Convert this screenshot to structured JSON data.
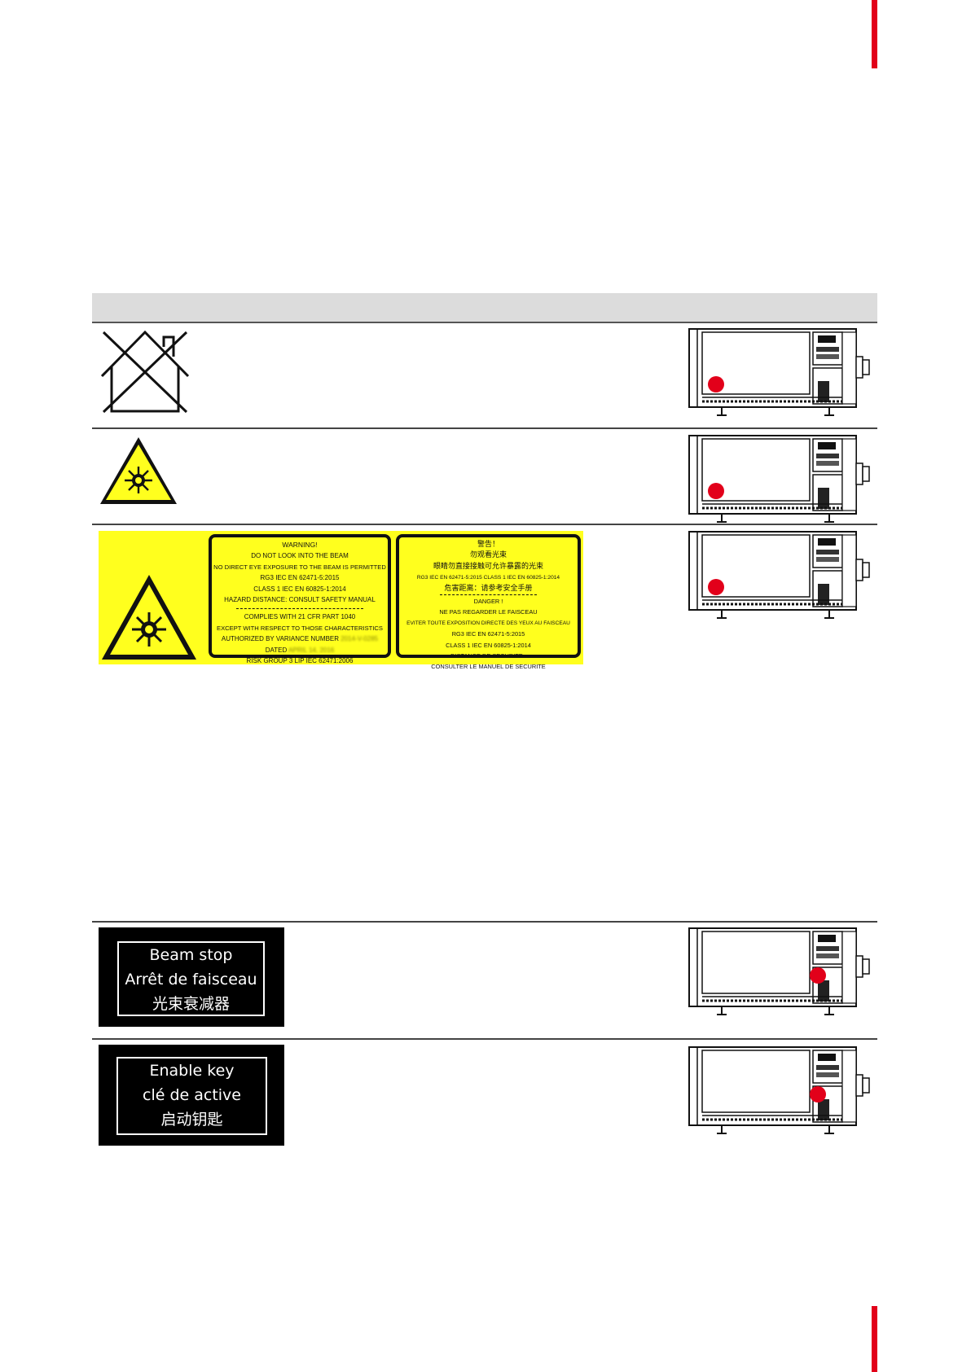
{
  "colors": {
    "accent": "#e2001a",
    "marker": "#e2001a",
    "warning_yellow": "#ffff1e"
  },
  "rows": [
    {
      "icon": "house-crossed-out-icon",
      "marker": "red-dot"
    },
    {
      "icon": "laser-warning-triangle-icon",
      "marker": "red-dot"
    },
    {
      "icon": "laser-warning-label",
      "marker": "red-dot"
    },
    {
      "icon": "beam-stop-label",
      "marker": "red-dot"
    },
    {
      "icon": "enable-key-label",
      "marker": "red-dot"
    }
  ],
  "warning_label_en": {
    "lines": [
      "WARNING!",
      "DO NOT LOOK INTO THE BEAM",
      "NO DIRECT EYE EXPOSURE TO THE BEAM IS PERMITTED",
      "RG3 IEC EN 62471-5:2015",
      "CLASS 1 IEC EN 60825-1:2014",
      "HAZARD DISTANCE: CONSULT SAFETY MANUAL",
      "COMPLIES WITH 21 CFR PART 1040",
      "EXCEPT WITH RESPECT TO THOSE CHARACTERISTICS",
      "AUTHORIZED BY VARIANCE NUMBER",
      "DATED",
      "RISK GROUP 3 LIP IEC 62471:2006"
    ],
    "variance_number": "2014-V-0285",
    "variance_date": "APRIL 14, 2016"
  },
  "warning_label_cn_fr": {
    "lines": [
      "警告！",
      "勿观看光束",
      "眼睛勿直接接触可允许暴露的光束",
      "RG3 IEC EN 62471-5:2015 CLASS 1 IEC EN 60825-1:2014",
      "危害距离：请参考安全手册",
      "DANGER !",
      "NE PAS REGARDER LE FAISCEAU",
      "EVITER TOUTE EXPOSITION DIRECTE DES YEUX AU FAISCEAU",
      "RG3 IEC EN 62471-5:2015",
      "CLASS 1 IEC EN 60825-1:2014",
      "DISTANCE DE SECURITE :",
      "CONSULTER LE MANUEL DE SECURITE"
    ]
  },
  "beam_stop_label": {
    "lines": [
      "Beam stop",
      "Arrêt de faisceau",
      "光束衰减器"
    ]
  },
  "enable_key_label": {
    "lines": [
      "Enable key",
      "clé de active",
      "启动钥匙"
    ]
  }
}
